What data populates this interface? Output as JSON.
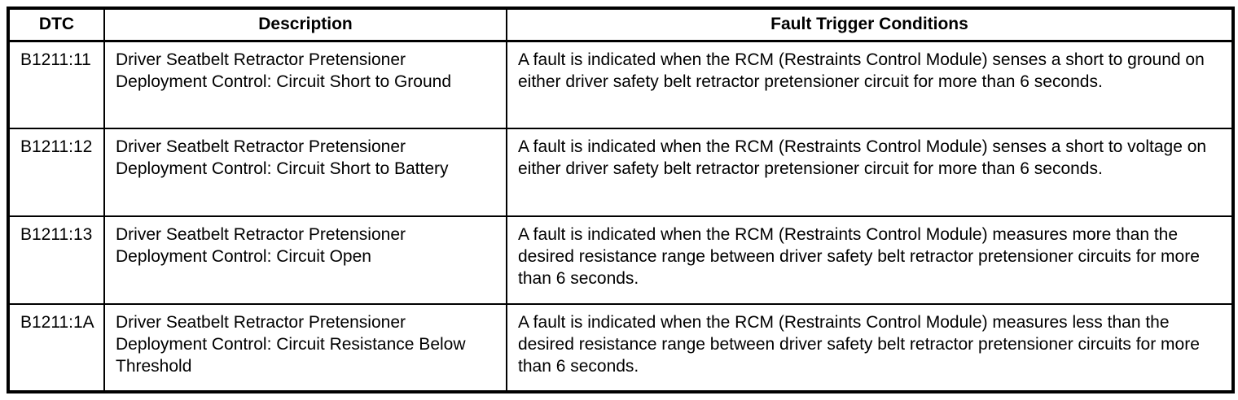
{
  "table": {
    "headers": [
      {
        "label": "DTC"
      },
      {
        "label": "Description"
      },
      {
        "label": "Fault Trigger Conditions"
      }
    ],
    "rows": [
      {
        "dtc": "B1211:11",
        "description": "Driver Seatbelt Retractor Pretensioner Deployment Control: Circuit Short to Ground",
        "fault_trigger_conditions": "A fault is indicated when the RCM (Restraints Control Module) senses a short to ground on either driver safety belt retractor pretensioner circuit for more than 6 seconds."
      },
      {
        "dtc": "B1211:12",
        "description": "Driver Seatbelt Retractor Pretensioner Deployment Control: Circuit Short to Battery",
        "fault_trigger_conditions": "A fault is indicated when the RCM (Restraints Control Module) senses a short to voltage on either driver safety belt retractor pretensioner circuit for more than 6 seconds."
      },
      {
        "dtc": "B1211:13",
        "description": "Driver Seatbelt Retractor Pretensioner Deployment Control: Circuit Open",
        "fault_trigger_conditions": "A fault is indicated when the RCM (Restraints Control Module) measures more than the desired resistance range between driver safety belt retractor pretensioner circuits for more than 6 seconds."
      },
      {
        "dtc": "B1211:1A",
        "description": "Driver Seatbelt Retractor Pretensioner Deployment Control: Circuit Resistance Below Threshold",
        "fault_trigger_conditions": "A fault is indicated when the RCM (Restraints Control Module) measures less than the desired resistance range between driver safety belt retractor pretensioner circuits for more than 6 seconds."
      }
    ]
  },
  "colors": {
    "border": "#000000",
    "background": "#ffffff",
    "text": "#000000"
  }
}
